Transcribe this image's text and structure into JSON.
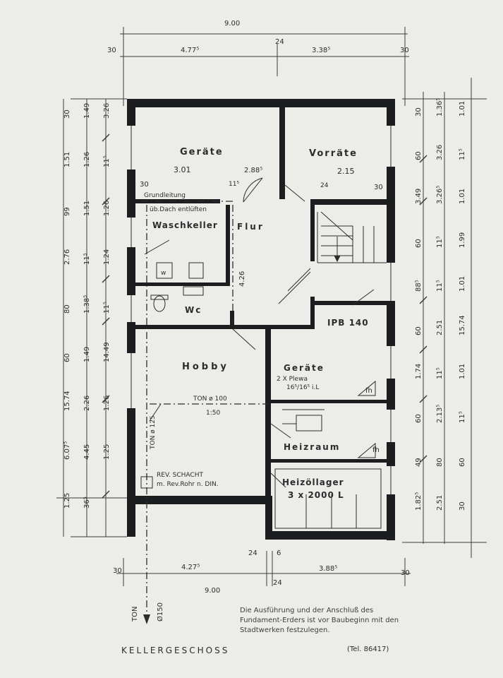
{
  "drawing": {
    "title": "KELLERGESCHOSS",
    "note": "Die Ausführung und der Anschluß des Fundament-Erders ist vor Baubeginn mit den Stadtwerken festzulegen.",
    "note_tel": "(Tel. 86417)",
    "ton_label": "TON",
    "ton_pipe": "Ø150"
  },
  "rooms": {
    "geraete_top": "Geräte",
    "geraete_top_dim": "3.01",
    "vorraete": "Vorräte",
    "vorraete_dim": "2.15",
    "waschkeller": "Waschkeller",
    "flur": "Flur",
    "wc": "Wc",
    "hobby": "Hobby",
    "geraete_mid": "Geräte",
    "heizraum": "Heizraum",
    "heizoellager": "Heizöllager",
    "heizoellager_tank": "3 x 2000 L"
  },
  "labels": {
    "grundleitung": "Grundleitung",
    "ueb_dach": "üb.Dach entlüften",
    "ipb": "IPB 140",
    "plewa": "2 X Plewa",
    "plewa_size": "16⁵/16⁵ i.L",
    "fh1": "fh",
    "fh2": "fh",
    "w": "w",
    "ton_100": "TON ø 100",
    "ton_slope": "1:50",
    "ton_vert": "TON ø 125",
    "rev1": "REV. SCHACHT",
    "rev2": "m. Rev.Rohr n. DIN.",
    "flur_dim": "4.26"
  },
  "dims_top": {
    "total": "9.00",
    "left30": "30",
    "right30": "30",
    "a": "4.77⁵",
    "b": "3.38⁵",
    "mid": "24"
  },
  "dims_bottom": {
    "total": "9.00",
    "left30": "30",
    "right30": "30",
    "a": "4.27⁵",
    "b": "3.88⁵",
    "m1": "24",
    "m2": "6",
    "m3": "24"
  },
  "dims_inner": {
    "w30a": "30",
    "w30b": "30",
    "d288": "2.88⁵",
    "d115": "11⁵",
    "d24": "24"
  },
  "dims_left": [
    "30",
    "1.49",
    "3.26",
    "1.51",
    "1.26",
    "11⁵",
    "99",
    "1.51",
    "1.26",
    "2.76",
    "11⁵",
    "1.24",
    "80",
    "1.38⁵",
    "11⁵",
    "60",
    "1.49",
    "14.49",
    "15.74",
    "2.26",
    "1.26",
    "6.07⁵",
    "4.45",
    "1.25",
    "1.25",
    "36⁵"
  ],
  "dims_right": [
    "30",
    "1.36⁵",
    "1.01",
    "60",
    "3.26",
    "11⁵",
    "3.49",
    "3.26⁵",
    "1.01",
    "60",
    "11⁵",
    "1.99",
    "88⁵",
    "11⁵",
    "1.01",
    "60",
    "2.51",
    "15.74",
    "1.74",
    "11⁵",
    "1.01",
    "60",
    "2.13⁵",
    "11⁵",
    "49",
    "80",
    "60",
    "1.82⁵",
    "2.51",
    "30"
  ]
}
